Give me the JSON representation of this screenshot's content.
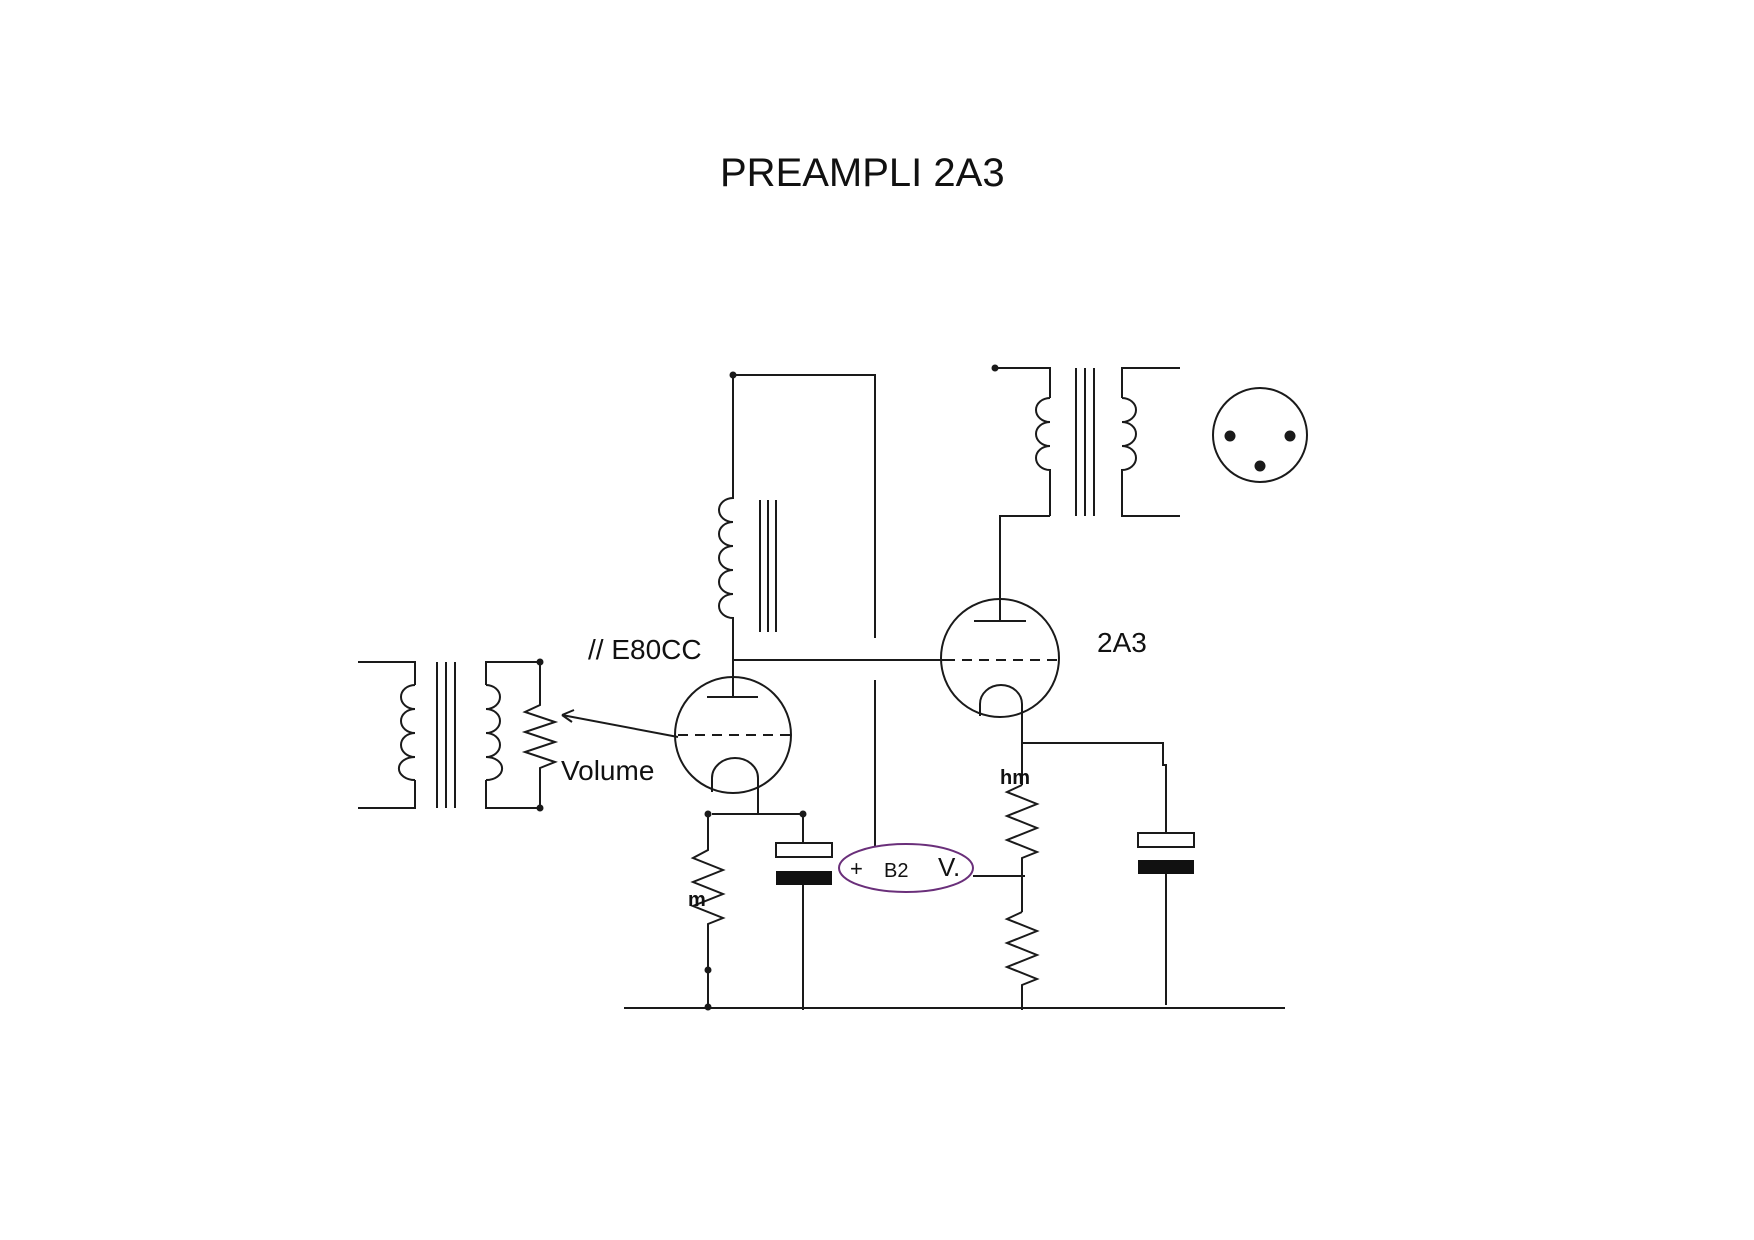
{
  "title": "PREAMPLI 2A3",
  "labels": {
    "e80cc": "// E80CC",
    "tube_2a3": "2A3",
    "volume": "Volume",
    "plus": "+",
    "b2": "B2",
    "v": "V.",
    "r_left": "m",
    "r_right": "hm"
  },
  "colors": {
    "ink": "#1a1a1a",
    "supply_outline": "#6a2f7a"
  }
}
